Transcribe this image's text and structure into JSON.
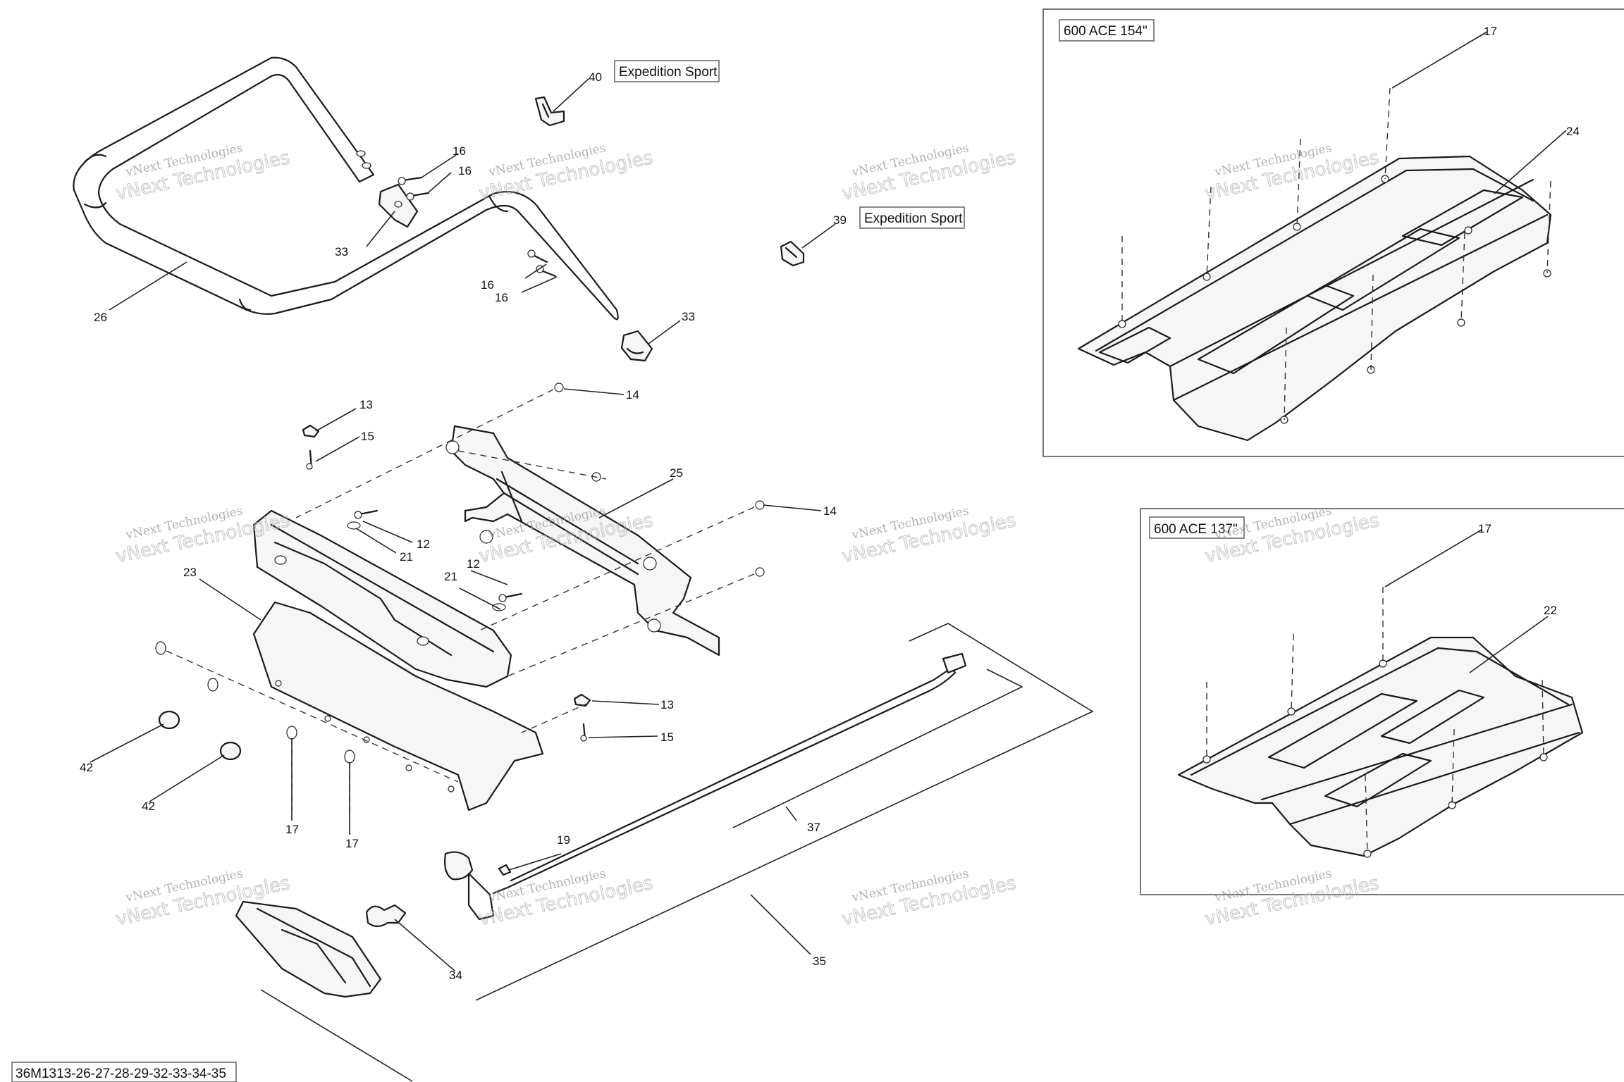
{
  "diagram": {
    "reference_code": "36M1313-26-27-28-29-32-33-34-35",
    "variant_labels": {
      "expedition_sport_40": "Expedition Sport",
      "expedition_sport_39": "Expedition Sport",
      "ace_154": "600 ACE 154\"",
      "ace_137": "600 ACE 137\""
    },
    "callouts": {
      "c40": "40",
      "c16a": "16",
      "c16b": "16",
      "c16c": "16",
      "c16d": "16",
      "c33a": "33",
      "c33b": "33",
      "c26": "26",
      "c39": "39",
      "c13a": "13",
      "c15a": "15",
      "c14a": "14",
      "c25": "25",
      "c14b": "14",
      "c12a": "12",
      "c21a": "21",
      "c12b": "12",
      "c21b": "21",
      "c23": "23",
      "c13b": "13",
      "c15b": "15",
      "c42a": "42",
      "c42b": "42",
      "c17a": "17",
      "c17b": "17",
      "c37": "37",
      "c19": "19",
      "c34": "34",
      "c35": "35",
      "c17c": "17",
      "c24": "24",
      "c17d": "17",
      "c22": "22"
    },
    "watermark": {
      "line1": "vNext Technologies",
      "line2": "vNext Technologies"
    }
  }
}
